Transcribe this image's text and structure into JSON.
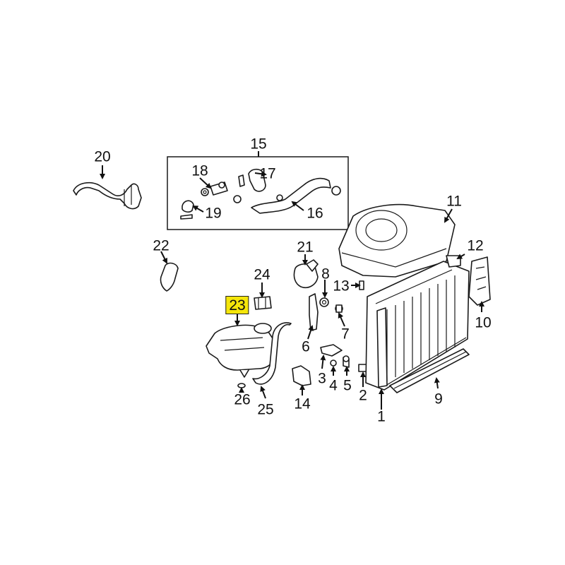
{
  "callouts": [
    {
      "id": "1",
      "label": "1"
    },
    {
      "id": "2",
      "label": "2"
    },
    {
      "id": "3",
      "label": "3"
    },
    {
      "id": "4",
      "label": "4"
    },
    {
      "id": "5",
      "label": "5"
    },
    {
      "id": "6",
      "label": "6"
    },
    {
      "id": "7",
      "label": "7"
    },
    {
      "id": "8",
      "label": "8"
    },
    {
      "id": "9",
      "label": "9"
    },
    {
      "id": "10",
      "label": "10"
    },
    {
      "id": "11",
      "label": "11"
    },
    {
      "id": "12",
      "label": "12"
    },
    {
      "id": "13",
      "label": "13"
    },
    {
      "id": "14",
      "label": "14"
    },
    {
      "id": "15",
      "label": "15"
    },
    {
      "id": "16",
      "label": "16"
    },
    {
      "id": "17",
      "label": "17"
    },
    {
      "id": "18",
      "label": "18"
    },
    {
      "id": "19",
      "label": "19"
    },
    {
      "id": "20",
      "label": "20"
    },
    {
      "id": "21",
      "label": "21"
    },
    {
      "id": "22",
      "label": "22"
    },
    {
      "id": "23",
      "label": "23",
      "highlighted": true
    },
    {
      "id": "24",
      "label": "24"
    },
    {
      "id": "25",
      "label": "25"
    },
    {
      "id": "26",
      "label": "26"
    }
  ],
  "colors": {
    "highlight": "#f5e60a",
    "line": "#1a1a1a",
    "background": "#ffffff"
  }
}
